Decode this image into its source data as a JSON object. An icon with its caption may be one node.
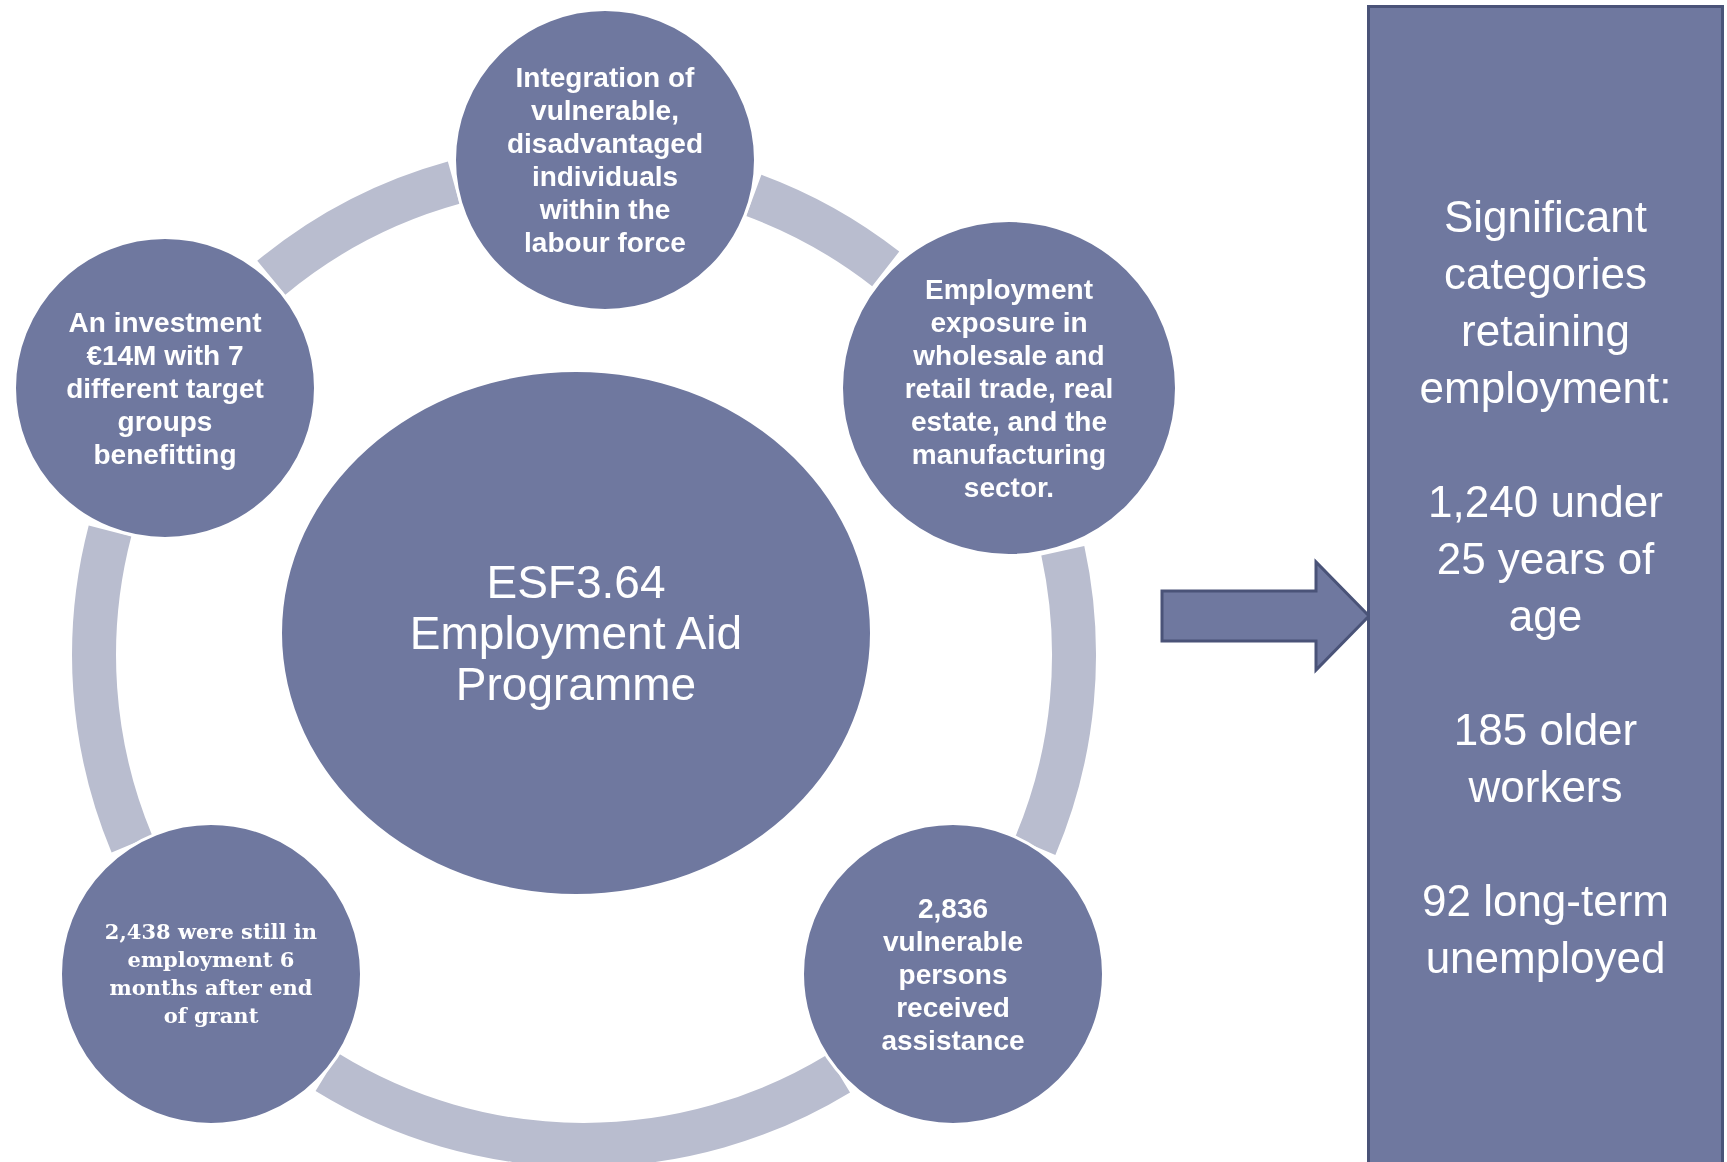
{
  "diagram": {
    "nodes": [
      {
        "text": [
          "Integration of vulnerable, disadvantaged individuals within the labour force"
        ]
      },
      {
        "text": [
          "An investment €14M with 7 different target groups benefitting"
        ]
      },
      {
        "text": [
          "Employment exposure in wholesale and retail trade, real estate, and the manufacturing sector."
        ]
      },
      {
        "text": [
          "ESF3.64 Employment Aid Programme"
        ]
      },
      {
        "text": [
          "Significant categories retaining employment:",
          "1,240 under 25 years of age",
          "185 older workers",
          "92 long-term unemployed"
        ]
      },
      {
        "text": [
          "2,438 were still in employment 6 months after end of grant"
        ]
      },
      {
        "text": [
          "2,836 vulnerable persons received assistance"
        ]
      }
    ],
    "edges": [
      {
        "from": 0,
        "to": 2,
        "arrow": "none"
      },
      {
        "from": 2,
        "to": 6,
        "arrow": "none"
      },
      {
        "from": 6,
        "to": 5,
        "arrow": "none"
      },
      {
        "from": 5,
        "to": 1,
        "arrow": "none"
      },
      {
        "from": 1,
        "to": 0,
        "arrow": "none"
      },
      {
        "from": null,
        "to": 4,
        "arrow": "to"
      }
    ]
  }
}
